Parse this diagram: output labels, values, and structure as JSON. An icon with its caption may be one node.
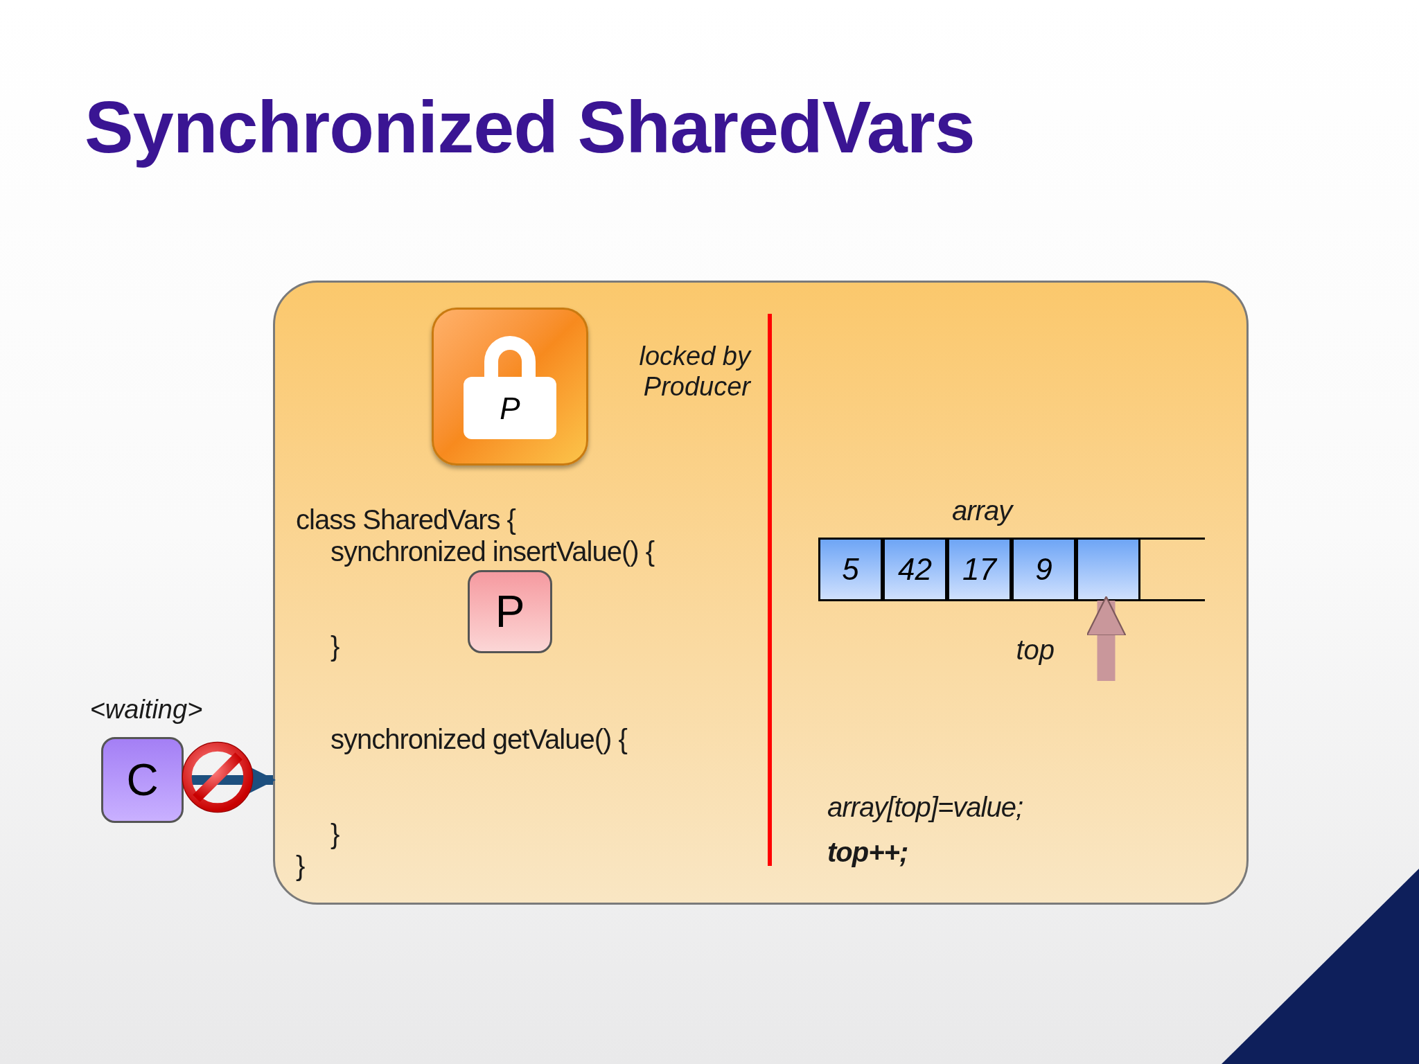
{
  "diagram": {
    "title": "Synchronized SharedVars",
    "nodes": [
      {
        "text": [],
        "shape": "box"
      },
      {
        "text": [
          "P"
        ],
        "beside": [
          "locked by Producer"
        ],
        "in": 0
      },
      {
        "text": [
          "P"
        ],
        "in": 0
      },
      {
        "text": [
          "C"
        ],
        "beside": [
          "<waiting>"
        ]
      },
      {
        "text": [
          "5"
        ],
        "in": 0
      },
      {
        "text": [
          "42"
        ],
        "in": 0
      },
      {
        "text": [
          "17"
        ],
        "in": 0
      },
      {
        "text": [
          "9"
        ],
        "in": 0
      },
      {
        "text": [],
        "shape": "box",
        "in": 0
      },
      {
        "text": [],
        "shape": "box",
        "in": 0
      }
    ],
    "edges": [
      {
        "from": 3,
        "to": 0,
        "arrow": "to"
      },
      {
        "from": null,
        "to": 8,
        "arrow": "to",
        "label": "top",
        "style": "thick",
        "color": "#c9979b"
      }
    ],
    "labels": [
      "class SharedVars {",
      "synchronized insertValue() {",
      "}",
      "synchronized getValue() {",
      "}",
      "}",
      "array",
      "array[top]=value;",
      "top++;"
    ]
  }
}
